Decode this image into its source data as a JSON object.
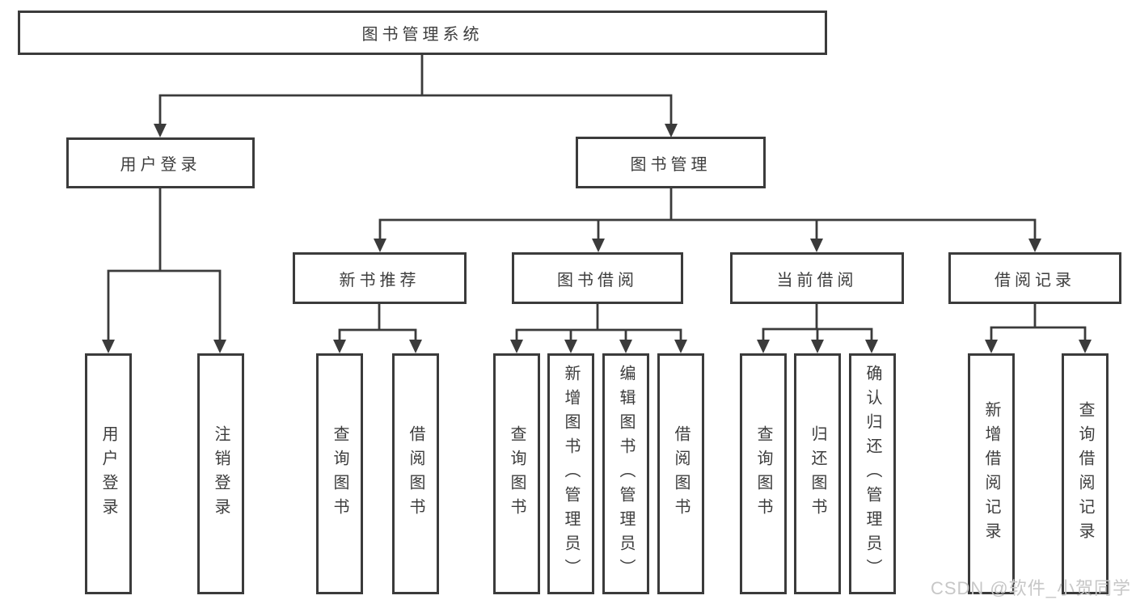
{
  "colors": {
    "line": "#3b3b3b",
    "text": "#3d3d3d",
    "watermark": "#c7c7c7",
    "background": "#ffffff"
  },
  "diagram": {
    "root": {
      "label": "图书管理系统"
    },
    "level2": [
      {
        "id": "user-login",
        "label": "用户登录"
      },
      {
        "id": "book-management",
        "label": "图书管理"
      }
    ],
    "level3": [
      {
        "id": "new-book-recommend",
        "label": "新书推荐",
        "parent": "图书管理"
      },
      {
        "id": "book-borrow",
        "label": "图书借阅",
        "parent": "图书管理"
      },
      {
        "id": "current-borrow",
        "label": "当前借阅",
        "parent": "图书管理"
      },
      {
        "id": "borrow-record",
        "label": "借阅记录",
        "parent": "图书管理"
      }
    ],
    "leaves": [
      {
        "label": "用户登录",
        "parent": "用户登录"
      },
      {
        "label": "注销登录",
        "parent": "用户登录"
      },
      {
        "label": "查询图书",
        "parent": "新书推荐"
      },
      {
        "label": "借阅图书",
        "parent": "新书推荐"
      },
      {
        "label": "查询图书",
        "parent": "图书借阅"
      },
      {
        "label": "新增图书（管理员）",
        "parent": "图书借阅"
      },
      {
        "label": "编辑图书（管理员）",
        "parent": "图书借阅"
      },
      {
        "label": "借阅图书",
        "parent": "图书借阅"
      },
      {
        "label": "查询图书",
        "parent": "当前借阅"
      },
      {
        "label": "归还图书",
        "parent": "当前借阅"
      },
      {
        "label": "确认归还（管理员）",
        "parent": "当前借阅"
      },
      {
        "label": "新增借阅记录",
        "parent": "借阅记录"
      },
      {
        "label": "查询借阅记录",
        "parent": "借阅记录"
      }
    ]
  },
  "watermark": {
    "text": "CSDN @软件_小贺同学"
  }
}
